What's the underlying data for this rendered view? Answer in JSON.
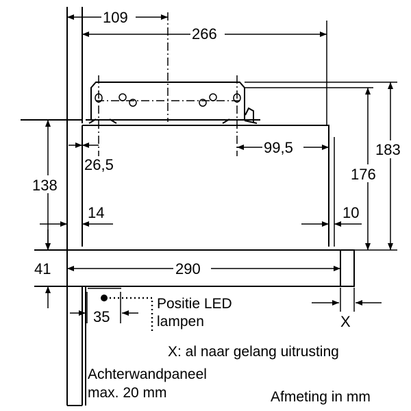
{
  "dimensions": {
    "d109": "109",
    "d266": "266",
    "d183": "183",
    "d176": "176",
    "d138": "138",
    "d26_5": "26,5",
    "d99_5": "99,5",
    "d14": "14",
    "d10": "10",
    "d41": "41",
    "d290": "290",
    "d35": "35",
    "dX": "X"
  },
  "notes": {
    "led_line1": "Positie LED",
    "led_line2": "lampen",
    "x_note": "X: al naar gelang uitrusting",
    "panel_line1": "Achterwandpaneel",
    "panel_line2": "max. 20 mm",
    "units": "Afmeting in mm"
  }
}
